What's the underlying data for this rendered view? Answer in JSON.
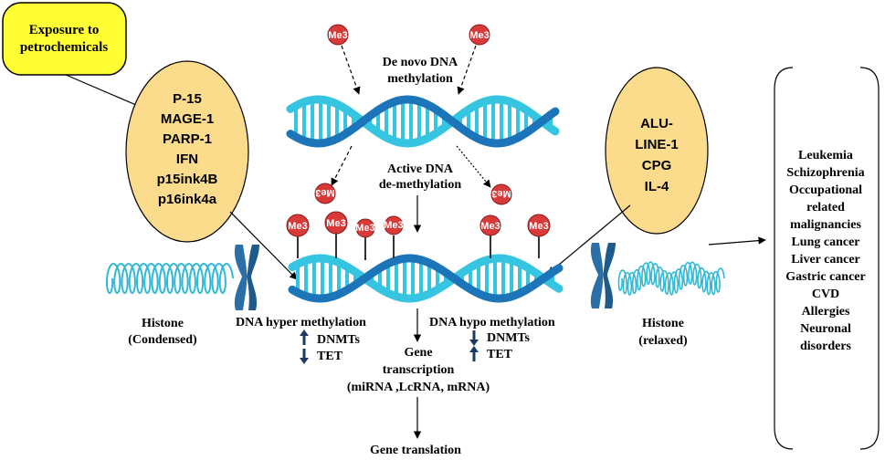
{
  "exposure": "Exposure to petrochemicals",
  "exposure_lines": [
    "Exposure to",
    "petrochemicals"
  ],
  "left_genes": [
    "P-15",
    "MAGE-1",
    "PARP-1",
    "IFN",
    "p15ink4B",
    "p16ink4a"
  ],
  "right_genes": [
    "ALU-",
    "LINE-1",
    "CPG",
    "IL-4"
  ],
  "me3_label": "Me3",
  "de_novo": [
    "De novo DNA",
    "methylation"
  ],
  "active_demethylation": [
    "Active DNA",
    "de-methylation"
  ],
  "hyper": {
    "title": "DNA hyper methylation",
    "items": [
      {
        "direction": "up",
        "label": "DNMTs"
      },
      {
        "direction": "down",
        "label": "TET"
      }
    ]
  },
  "hypo": {
    "title": "DNA hypo methylation",
    "items": [
      {
        "direction": "down",
        "label": "DNMTs"
      },
      {
        "direction": "up",
        "label": "TET"
      }
    ]
  },
  "gene_transcription": [
    "Gene",
    "transcription",
    "(miRNA ,LcRNA, mRNA)"
  ],
  "gene_translation": "Gene translation",
  "histone_condensed": [
    "Histone",
    "(Condensed)"
  ],
  "histone_relaxed": [
    "Histone",
    "(relaxed)"
  ],
  "diseases": [
    "Leukemia",
    "Schizophrenia",
    "Occupational",
    "related",
    "malignancies",
    "Lung cancer",
    "Liver cancer",
    "Gastric cancer",
    "CVD",
    "Allergies",
    "Neuronal",
    "disorders"
  ],
  "colors": {
    "exposure_fill": "#ffff33",
    "gene_oval_fill": "#fbdc8c",
    "dna_dark": "#1b75b8",
    "dna_light": "#35c5e0",
    "me3_fill": "#d83a3a",
    "chromosome": "#2a6fa8",
    "histone": "#33b9d6"
  }
}
